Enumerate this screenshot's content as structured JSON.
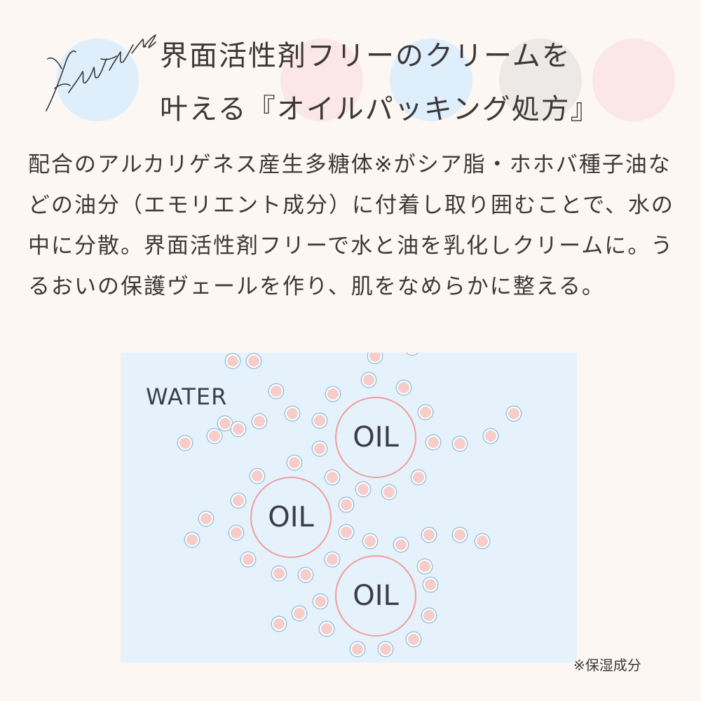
{
  "feature_script": "Feature",
  "headline": {
    "line1": "界面活性剤フリーのクリームを",
    "line2": "叶える『オイルパッキング処方』"
  },
  "body": {
    "text": "配合のアルカリゲネス産生多糖体※がシア脂・ホホバ種子油などの油分（エモリエント成分）に付着し取り囲むことで、水の中に分散。界面活性剤フリーで水と油を乳化しクリームに。うるおいの保護ヴェールを作り、肌をなめらかに整える。"
  },
  "diagram": {
    "water_label": "WATER",
    "oil_labels": [
      "OIL",
      "OIL",
      "OIL"
    ]
  },
  "footnote": "※保湿成分",
  "colors": {
    "background": "#fcf7f3",
    "diagram_background": "#e5f1fb",
    "oil_ring": "#ef9e9e",
    "droplet_fill": "#f6cdc8",
    "droplet_ring": "#9bc2e0",
    "deco_blue": "#deeefb",
    "deco_pink": "#fae7e6",
    "deco_gray": "#ece9e7"
  }
}
